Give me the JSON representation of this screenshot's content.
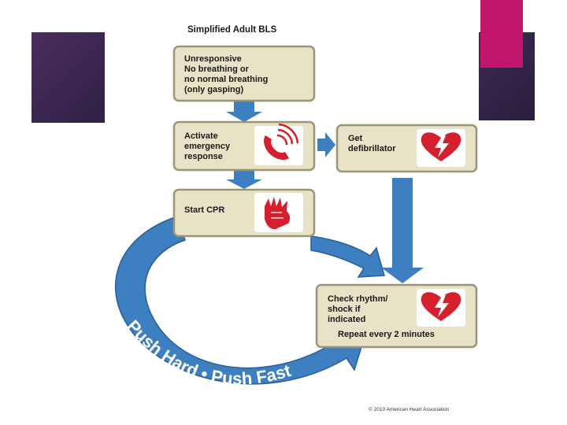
{
  "diagram": {
    "title": "Simplified Adult BLS",
    "boxes": {
      "unresponsive": [
        "Unresponsive",
        "No breathing or",
        "no normal breathing",
        "(only gasping)"
      ],
      "activate": [
        "Activate",
        "emergency",
        "response"
      ],
      "defibrillator": [
        "Get",
        "defibrillator"
      ],
      "cpr": [
        "Start CPR"
      ],
      "check": [
        "Check rhythm/",
        "shock if",
        "indicated"
      ],
      "repeat": "Repeat every 2 minutes"
    },
    "arc_label": "Push Hard • Push Fast",
    "copyright": "© 2010 American Heart Association",
    "icons": [
      "phone-icon",
      "heart-defibrillator-icon",
      "hands-cpr-icon"
    ]
  },
  "colors": {
    "box_fill": "#e8e2c6",
    "box_border": "#9a9478",
    "arrow_blue": "#3d7fc1",
    "icon_red": "#d61f2c",
    "deco_purple": "#3e2a55",
    "deco_magenta": "#c0176c"
  }
}
